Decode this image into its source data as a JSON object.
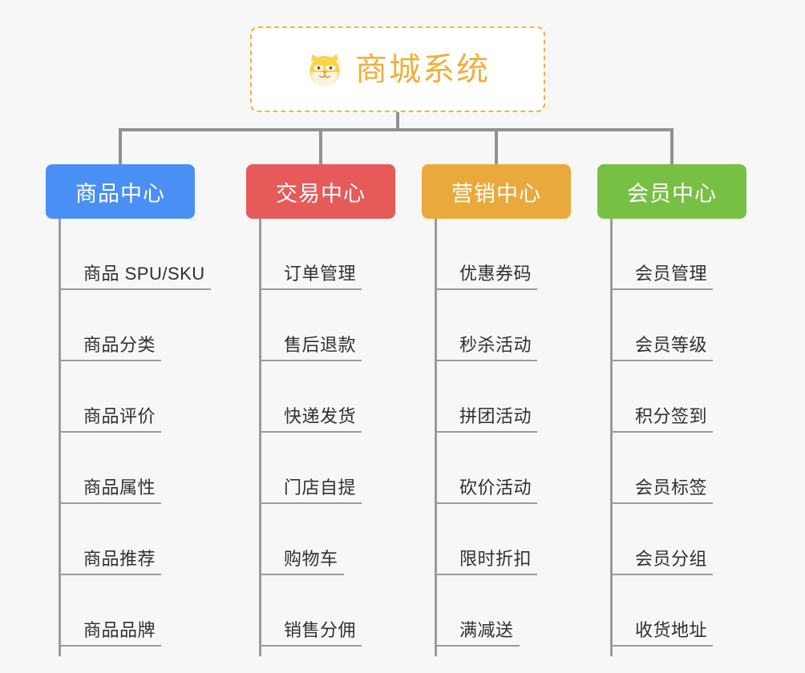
{
  "page": {
    "background_color": "#f7f7f7",
    "title": "商城系统",
    "title_icon": "dog-face-icon",
    "title_color": "#edb03a",
    "title_border_color": "#eeb53c"
  },
  "connector": {
    "color": "#919191"
  },
  "columns": [
    {
      "header": "商品中心",
      "color": "#4a90f4",
      "items": [
        "商品 SPU/SKU",
        "商品分类",
        "商品评价",
        "商品属性",
        "商品推荐",
        "商品品牌"
      ]
    },
    {
      "header": "交易中心",
      "color": "#e65a5a",
      "items": [
        "订单管理",
        "售后退款",
        "快递发货",
        "门店自提",
        "购物车",
        "销售分佣"
      ]
    },
    {
      "header": "营销中心",
      "color": "#eaa93c",
      "items": [
        "优惠券码",
        "秒杀活动",
        "拼团活动",
        "砍价活动",
        "限时折扣",
        "满减送"
      ]
    },
    {
      "header": "会员中心",
      "color": "#77c043",
      "items": [
        "会员管理",
        "会员等级",
        "积分签到",
        "会员标签",
        "会员分组",
        "收货地址"
      ]
    }
  ]
}
